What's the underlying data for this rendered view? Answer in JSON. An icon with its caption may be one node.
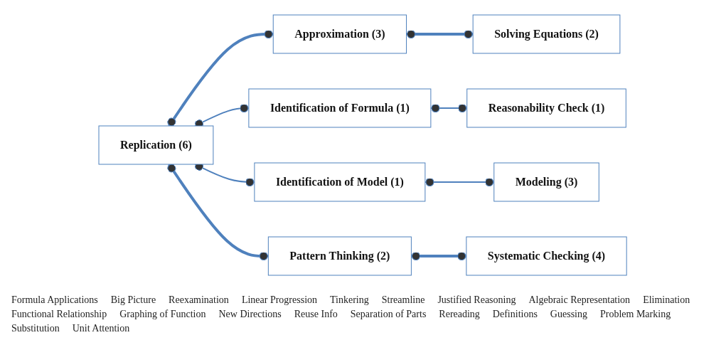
{
  "diagram": {
    "nodes": [
      {
        "text": [
          "Approximation (3)"
        ]
      },
      {
        "text": [
          "Modeling (3)"
        ]
      },
      {
        "text": [
          "Replication (6)"
        ]
      },
      {
        "text": [
          "Identification of Formula (1)"
        ]
      },
      {
        "text": [
          "Reasonability Check (1)"
        ]
      },
      {
        "text": [
          "Identification of Model (1)"
        ]
      },
      {
        "text": [
          "Solving Equations (2)"
        ]
      },
      {
        "text": [
          "Pattern Thinking (2)"
        ]
      },
      {
        "text": [
          "Systematic Checking (4)"
        ]
      }
    ],
    "edges": [
      {
        "from": 2,
        "to": 0,
        "arrow": "other",
        "style": "thick"
      },
      {
        "from": 2,
        "to": 3,
        "arrow": "other"
      },
      {
        "from": 2,
        "to": 5,
        "arrow": "other"
      },
      {
        "from": 2,
        "to": 7,
        "arrow": "other",
        "style": "thick"
      },
      {
        "from": 0,
        "to": 6,
        "arrow": "other",
        "style": "thick"
      },
      {
        "from": 3,
        "to": 4,
        "arrow": "other"
      },
      {
        "from": 5,
        "to": 1,
        "arrow": "other"
      },
      {
        "from": 7,
        "to": 8,
        "arrow": "other",
        "style": "thick"
      }
    ],
    "labels": [
      "Formula Applications",
      "Big Picture",
      "Reexamination",
      "Linear Progression",
      "Tinkering",
      "Streamline",
      "Justified Reasoning",
      "Algebraic Representation",
      "Elimination",
      "Functional Relationship",
      "Graphing of Function",
      "New Directions",
      "Reuse Info",
      "Separation of Parts",
      "Rereading",
      "Definitions",
      "Guessing",
      "Problem Marking",
      "Substitution",
      "Unit Attention"
    ]
  }
}
